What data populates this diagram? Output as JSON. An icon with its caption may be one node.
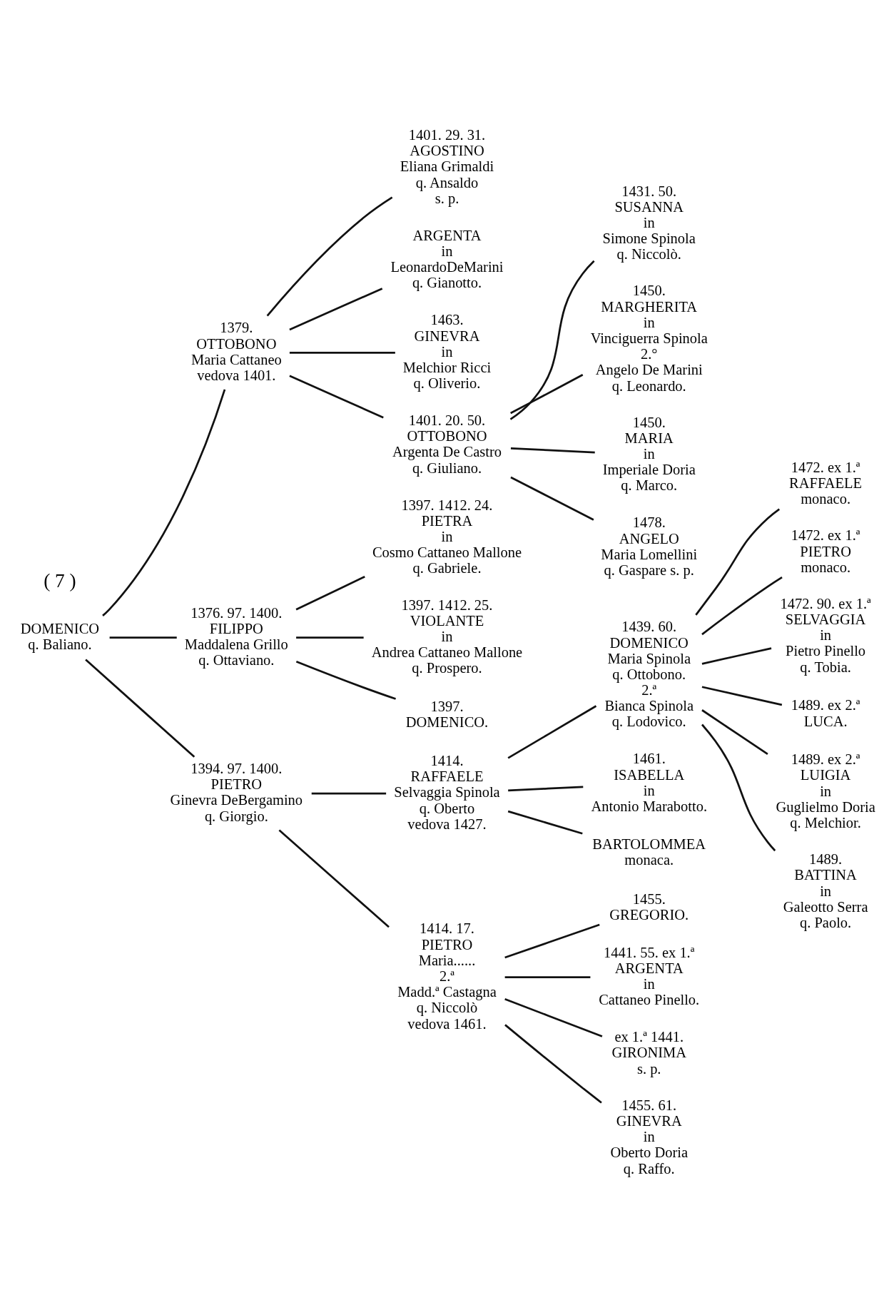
{
  "diagram": {
    "nodes": [
      {
        "text": [
          "DOMENICO",
          "q. Baliano."
        ]
      },
      {
        "text": [
          "1379.",
          "OTTOBONO",
          "Maria Cattaneo",
          "vedova 1401."
        ]
      },
      {
        "text": [
          "1376. 97. 1400.",
          "FILIPPO",
          "Maddalena Grillo",
          "q. Ottaviano."
        ]
      },
      {
        "text": [
          "1394. 97. 1400.",
          "PIETRO",
          "Ginevra DeBergamino",
          "q. Giorgio."
        ]
      },
      {
        "text": [
          "1401. 29. 31.",
          "AGOSTINO",
          "Eliana Grimaldi",
          "q. Ansaldo",
          "s. p."
        ]
      },
      {
        "text": [
          "ARGENTA",
          "in",
          "LeonardoDeMarini",
          "q. Gianotto."
        ]
      },
      {
        "text": [
          "1463.",
          "GINEVRA",
          "in",
          "Melchior Ricci",
          "q. Oliverio."
        ]
      },
      {
        "text": [
          "1401. 20. 50.",
          "OTTOBONO",
          "Argenta De Castro",
          "q. Giuliano."
        ]
      },
      {
        "text": [
          "1397. 1412. 24.",
          "PIETRA",
          "in",
          "Cosmo Cattaneo Mallone",
          "q. Gabriele."
        ]
      },
      {
        "text": [
          "1397. 1412. 25.",
          "VIOLANTE",
          "in",
          "Andrea Cattaneo Mallone",
          "q. Prospero."
        ]
      },
      {
        "text": [
          "1397.",
          "DOMENICO."
        ]
      },
      {
        "text": [
          "1414.",
          "RAFFAELE",
          "Selvaggia Spinola",
          "q. Oberto",
          "vedova 1427."
        ]
      },
      {
        "text": [
          "1414. 17.",
          "PIETRO",
          "Maria......",
          "2.ª",
          "Madd.ª Castagna",
          "q. Niccolò",
          "vedova 1461."
        ]
      },
      {
        "text": [
          "1431. 50.",
          "SUSANNA",
          "in",
          "Simone Spinola",
          "q. Niccolò."
        ]
      },
      {
        "text": [
          "1450.",
          "MARGHERITA",
          "in",
          "Vinciguerra Spinola",
          "2.°",
          "Angelo De Marini",
          "q. Leonardo."
        ]
      },
      {
        "text": [
          "1450.",
          "MARIA",
          "in",
          "Imperiale Doria",
          "q. Marco."
        ]
      },
      {
        "text": [
          "1478.",
          "ANGELO",
          "Maria Lomellini",
          "q. Gaspare s. p."
        ]
      },
      {
        "text": [
          "1439. 60.",
          "DOMENICO",
          "Maria Spinola",
          "q. Ottobono.",
          "2.ª",
          "Bianca Spinola",
          "q. Lodovico."
        ]
      },
      {
        "text": [
          "1461.",
          "ISABELLA",
          "in",
          "Antonio Marabotto."
        ]
      },
      {
        "text": [
          "BARTOLOMMEA",
          "monaca."
        ]
      },
      {
        "text": [
          "1455.",
          "GREGORIO."
        ]
      },
      {
        "text": [
          "1441. 55. ex 1.ª",
          "ARGENTA",
          "in",
          "Cattaneo Pinello."
        ]
      },
      {
        "text": [
          "ex 1.ª 1441.",
          "GIRONIMA",
          "s. p."
        ]
      },
      {
        "text": [
          "1455. 61.",
          "GINEVRA",
          "in",
          "Oberto Doria",
          "q. Raffo."
        ]
      },
      {
        "text": [
          "1472. ex 1.ª",
          "RAFFAELE",
          "monaco."
        ]
      },
      {
        "text": [
          "1472. ex 1.ª",
          "PIETRO",
          "monaco."
        ]
      },
      {
        "text": [
          "1472. 90. ex 1.ª",
          "SELVAGGIA",
          "in",
          "Pietro Pinello",
          "q. Tobia."
        ]
      },
      {
        "text": [
          "1489. ex 2.ª",
          "LUCA."
        ]
      },
      {
        "text": [
          "1489. ex 2.ª",
          "LUIGIA",
          "in",
          "Guglielmo Doria",
          "q. Melchior."
        ]
      },
      {
        "text": [
          "1489.",
          "BATTINA",
          "in",
          "Galeotto Serra",
          "q. Paolo."
        ]
      }
    ],
    "edges": [
      {
        "from": 0,
        "to": 1,
        "arrow": "none"
      },
      {
        "from": 0,
        "to": 2,
        "arrow": "none"
      },
      {
        "from": 0,
        "to": 3,
        "arrow": "none"
      },
      {
        "from": 1,
        "to": 4,
        "arrow": "none"
      },
      {
        "from": 1,
        "to": 5,
        "arrow": "none"
      },
      {
        "from": 1,
        "to": 6,
        "arrow": "none"
      },
      {
        "from": 1,
        "to": 7,
        "arrow": "none"
      },
      {
        "from": 2,
        "to": 8,
        "arrow": "none"
      },
      {
        "from": 2,
        "to": 9,
        "arrow": "none"
      },
      {
        "from": 2,
        "to": 10,
        "arrow": "none"
      },
      {
        "from": 3,
        "to": 11,
        "arrow": "none"
      },
      {
        "from": 3,
        "to": 12,
        "arrow": "none"
      },
      {
        "from": 7,
        "to": 13,
        "arrow": "none"
      },
      {
        "from": 7,
        "to": 14,
        "arrow": "none"
      },
      {
        "from": 7,
        "to": 15,
        "arrow": "none"
      },
      {
        "from": 7,
        "to": 16,
        "arrow": "none"
      },
      {
        "from": 11,
        "to": 17,
        "arrow": "none"
      },
      {
        "from": 11,
        "to": 18,
        "arrow": "none"
      },
      {
        "from": 11,
        "to": 19,
        "arrow": "none"
      },
      {
        "from": 12,
        "to": 20,
        "arrow": "none"
      },
      {
        "from": 12,
        "to": 21,
        "arrow": "none"
      },
      {
        "from": 12,
        "to": 22,
        "arrow": "none"
      },
      {
        "from": 12,
        "to": 23,
        "arrow": "none"
      },
      {
        "from": 17,
        "to": 24,
        "arrow": "none"
      },
      {
        "from": 17,
        "to": 25,
        "arrow": "none"
      },
      {
        "from": 17,
        "to": 26,
        "arrow": "none"
      },
      {
        "from": 17,
        "to": 27,
        "arrow": "none"
      },
      {
        "from": 17,
        "to": 28,
        "arrow": "none"
      },
      {
        "from": 17,
        "to": 29,
        "arrow": "none"
      }
    ],
    "labels": [
      "( 7 )"
    ]
  }
}
